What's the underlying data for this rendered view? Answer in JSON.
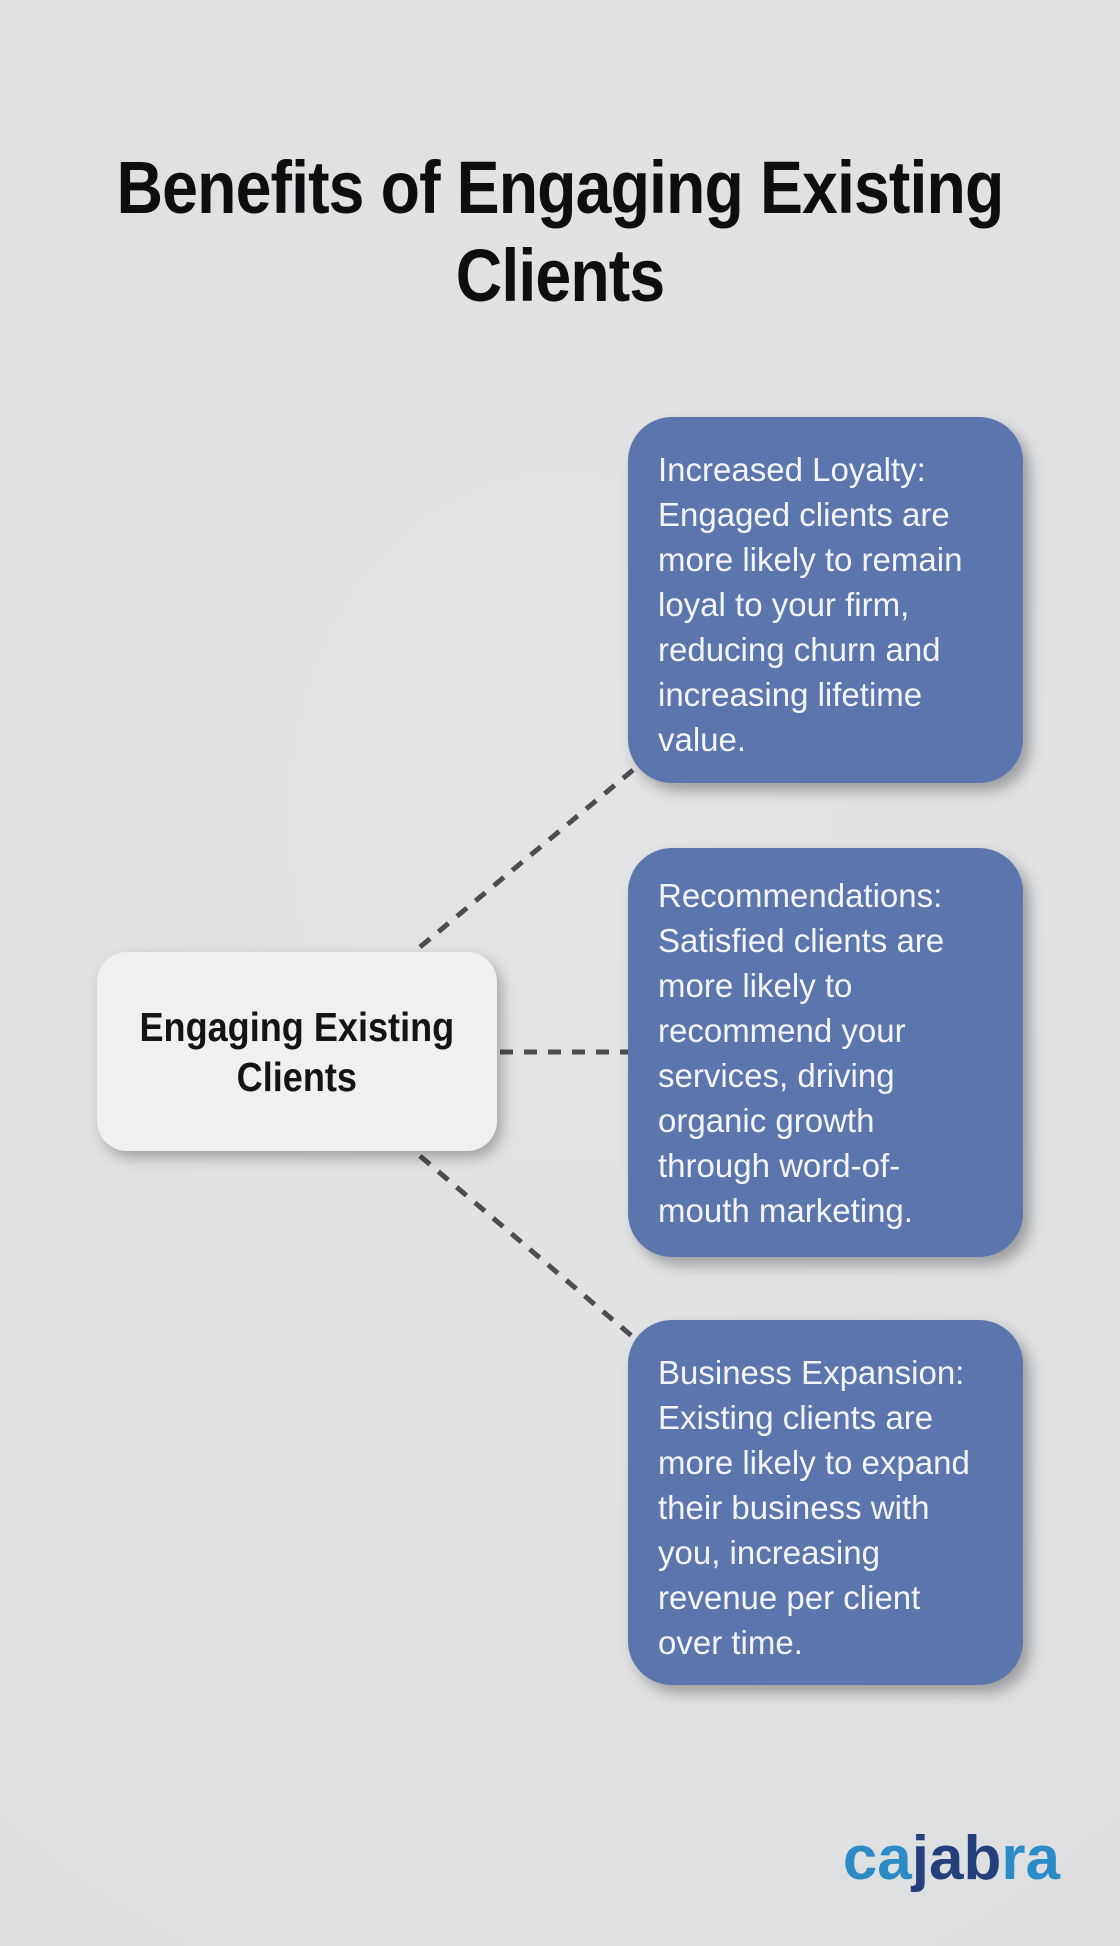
{
  "title": "Benefits of Engaging Existing\nClients",
  "central_node": {
    "label": "Engaging Existing\nClients"
  },
  "benefits": [
    {
      "id": "increased-loyalty",
      "text": "Increased Loyalty:\nEngaged clients are\nmore likely to remain\nloyal to your firm,\nreducing churn and\nincreasing lifetime\nvalue."
    },
    {
      "id": "recommendations",
      "text": "Recommendations:\nSatisfied clients are\nmore likely to\nrecommend your\nservices, driving\norganic growth\nthrough word-of-\nmouth marketing."
    },
    {
      "id": "business-expansion",
      "text": "Business Expansion:\nExisting clients are\nmore likely to expand\ntheir business with\nyou, increasing\nrevenue per client\nover time."
    }
  ],
  "logo": {
    "name": "cajabra",
    "segments": [
      {
        "text": "ca",
        "color": "#2b8bc6"
      },
      {
        "text": "jab",
        "color": "#24407c"
      },
      {
        "text": "ra",
        "color": "#2b8bc6"
      }
    ]
  },
  "colors": {
    "background": "#dfe0e2",
    "card_blue": "#5b76ac",
    "card_text": "#f3f5fa",
    "node_background": "#eef0f2",
    "node_text": "#141414",
    "connector_dash": "#4d4d4d",
    "title_text": "#0e0e0e"
  }
}
